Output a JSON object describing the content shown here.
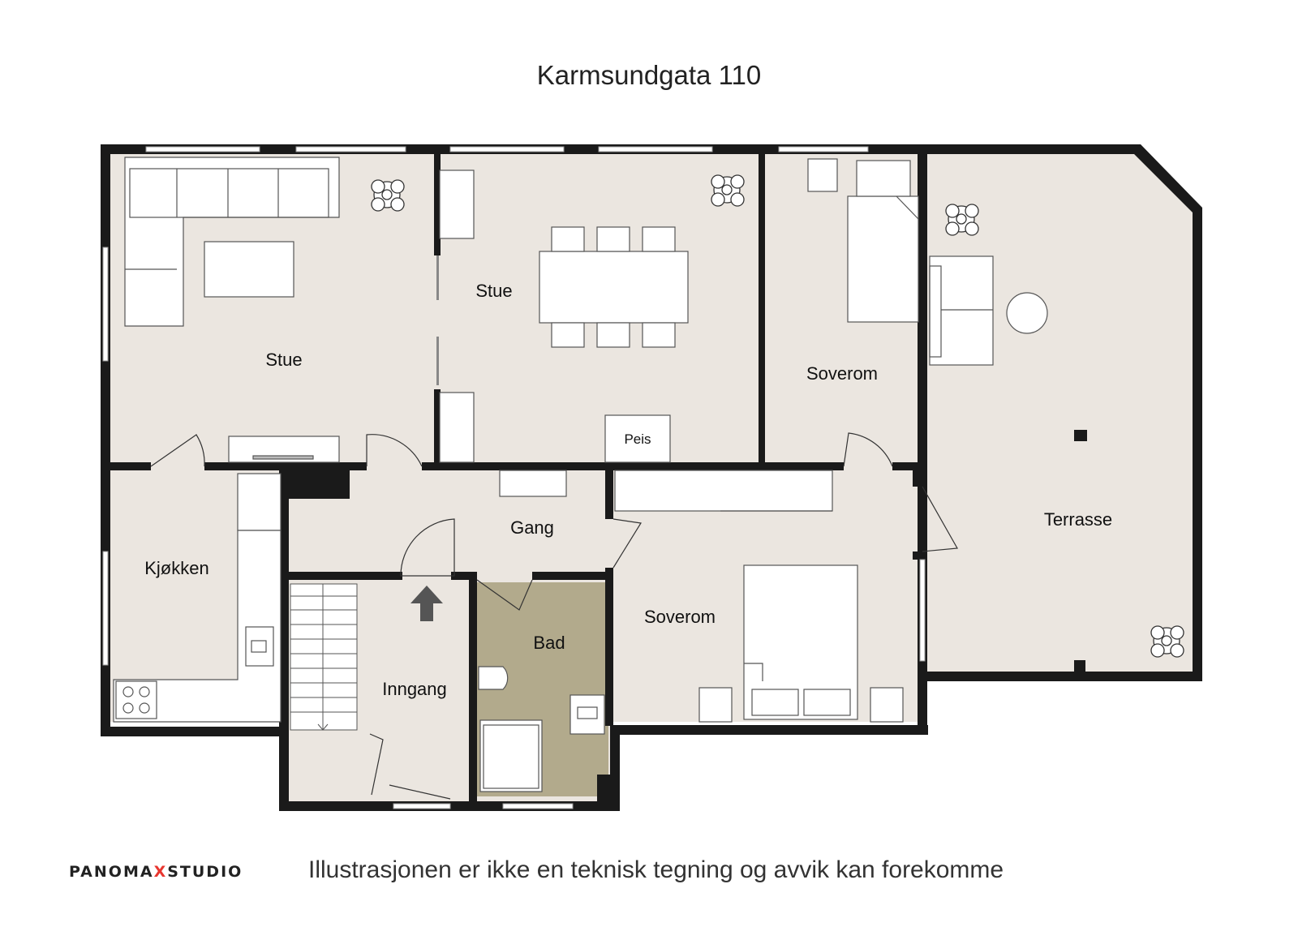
{
  "title": "Karmsundgata 110",
  "rooms": {
    "stue_left": "Stue",
    "stue_right": "Stue",
    "soverom_top": "Soverom",
    "terrasse": "Terrasse",
    "kjokken": "Kjøkken",
    "gang": "Gang",
    "bad": "Bad",
    "soverom_bottom": "Soverom",
    "inngang": "Inngang",
    "peis": "Peis"
  },
  "footer": {
    "brand_part1": "PANOMA",
    "brand_x": "X",
    "brand_part2": "STUDIO",
    "disclaimer": "Illustrasjonen er ikke en teknisk tegning og avvik kan forekomme"
  },
  "colors": {
    "floor": "#ebe6e0",
    "wall": "#1a1a1a",
    "bathroom": "#b2aa8c",
    "furniture": "#ffffff",
    "brand_accent": "#e8362f"
  }
}
